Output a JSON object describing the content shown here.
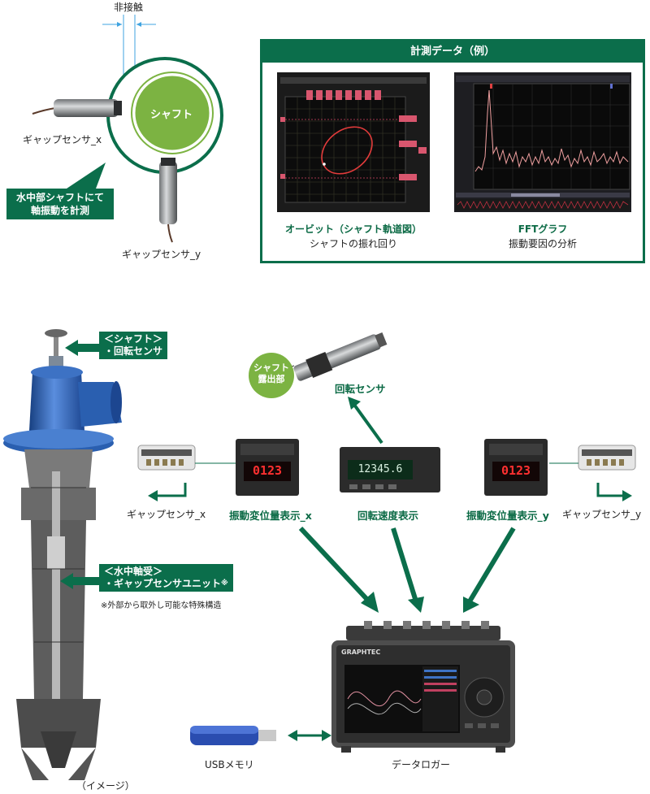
{
  "top": {
    "non_contact_label": "非接触",
    "shaft_label": "シャフト",
    "sensor_x_label": "ギャップセンサ_x",
    "sensor_y_label": "ギャップセンサ_y",
    "callout_line1": "水中部シャフトにて",
    "callout_line2": "軸振動を計測"
  },
  "panel": {
    "title": "計測データ（例）",
    "orbit_caption_bold": "オービット（シャフト軌道図）",
    "orbit_caption": "シャフトの振れ回り",
    "fft_caption_bold": "FFTグラフ",
    "fft_caption": "振動要因の分析"
  },
  "bottom": {
    "pump_note1_line1": "＜シャフト＞",
    "pump_note1_line2": "・回転センサ",
    "pump_note2_line1": "＜水中軸受＞",
    "pump_note2_line2": "・ギャップセンサユニット",
    "pump_note2_mark": "※",
    "pump_footnote": "※外部から取外し可能な特殊構造",
    "image_note": "（イメージ）",
    "shaft_exposed_line1": "シャフト",
    "shaft_exposed_line2": "露出部",
    "rotation_sensor": "回転センサ",
    "gap_sensor_x": "ギャップセンサ_x",
    "gap_sensor_y": "ギャップセンサ_y",
    "disp_x": "振動変位量表示_x",
    "speed_disp": "回転速度表示",
    "disp_y": "振動変位量表示_y",
    "meter_value_1": "0123",
    "meter_value_2": "12345.6",
    "meter_value_3": "0123",
    "usb": "USBメモリ",
    "logger": "データロガー",
    "logger_brand": "GRAPHTEC"
  },
  "colors": {
    "brand_green": "#0b6e4b",
    "shaft_green": "#7cb342",
    "pump_blue": "#2a5fb0"
  }
}
